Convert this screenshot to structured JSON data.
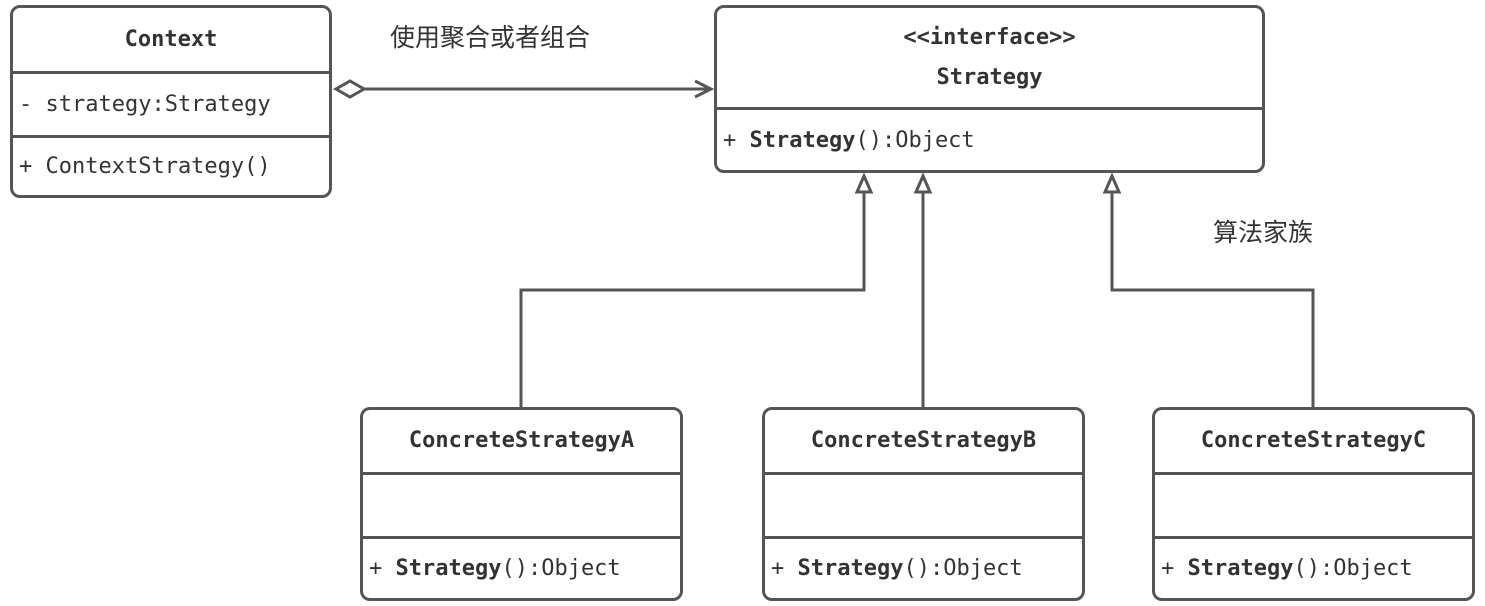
{
  "context": {
    "name": "Context",
    "attribute": "- strategy:Strategy",
    "method": "+ ContextStrategy()"
  },
  "strategy": {
    "stereotype": "<<interface>>",
    "name": "Strategy",
    "method_prefix": "+ ",
    "method_name": "Strategy",
    "method_suffix": "():Object"
  },
  "concrete": [
    {
      "name": "ConcreteStrategyA",
      "method_prefix": "+ ",
      "method_name": "Strategy",
      "method_suffix": "():Object"
    },
    {
      "name": "ConcreteStrategyB",
      "method_prefix": "+ ",
      "method_name": "Strategy",
      "method_suffix": "():Object"
    },
    {
      "name": "ConcreteStrategyC",
      "method_prefix": "+ ",
      "method_name": "Strategy",
      "method_suffix": "():Object"
    }
  ],
  "labels": {
    "aggregation": "使用聚合或者组合",
    "family": "算法家族"
  },
  "colors": {
    "stroke": "#555555",
    "text": "#333333",
    "background": "#ffffff"
  }
}
